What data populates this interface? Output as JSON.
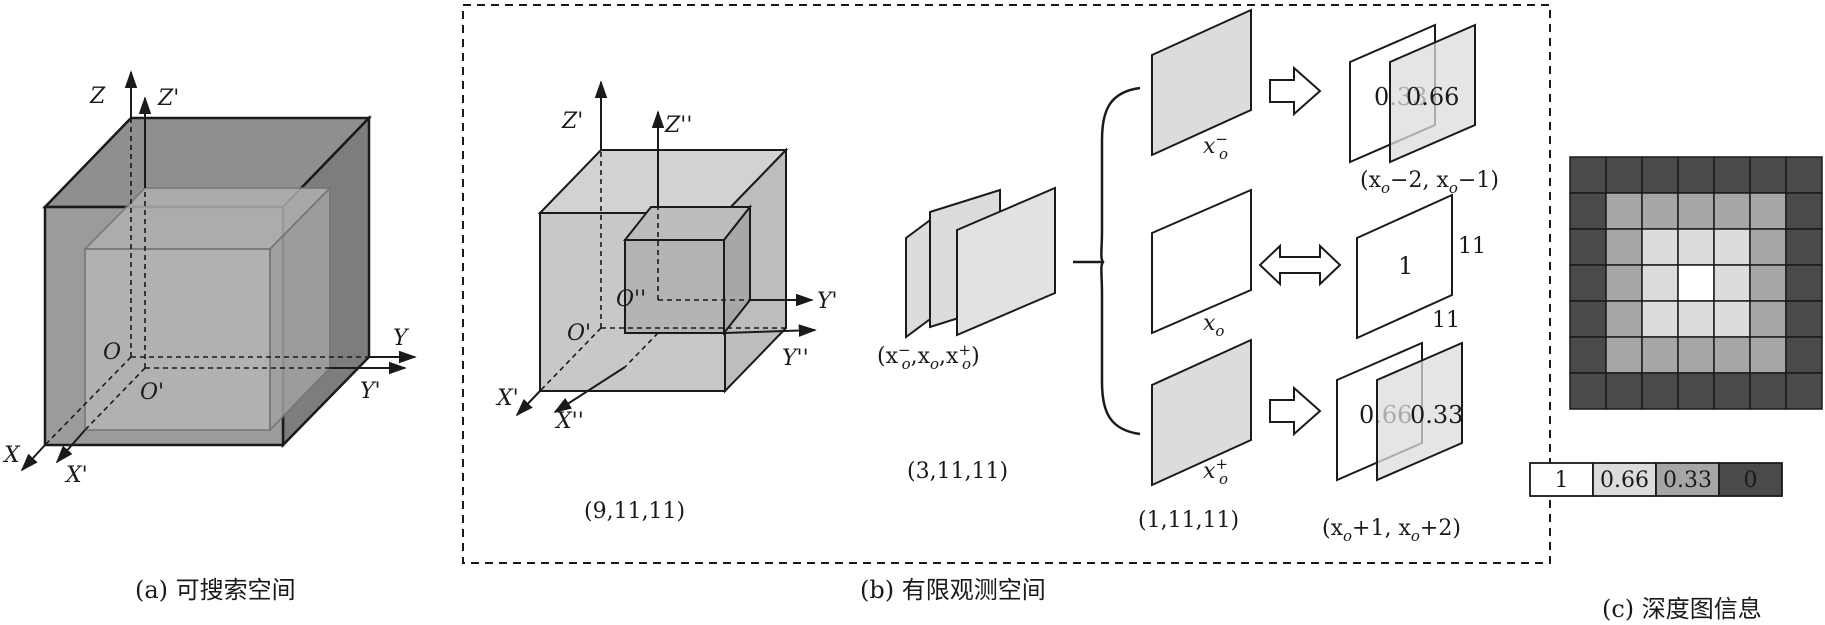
{
  "panel_a": {
    "caption": "(a) 可搜索空间",
    "axes": {
      "z": "Z",
      "z_prime": "Z'",
      "y": "Y",
      "y_prime": "Y'",
      "x": "X",
      "x_prime": "X'",
      "o": "O",
      "o_prime": "O'"
    }
  },
  "panel_b": {
    "caption": "(b) 有限观测空间",
    "axes": {
      "z_prime": "Z'",
      "z_dprime": "Z''",
      "y_prime": "Y'",
      "y_dprime": "Y''",
      "x_prime": "X'",
      "x_dprime": "X''",
      "o_prime": "O'",
      "o_dprime": "O''"
    },
    "shape_cube": "(9,11,11)",
    "shape_stack": "(3,11,11)",
    "stack_label_pre": "(x",
    "stack_label_minus": "−",
    "stack_label_o": "o",
    "stack_label_plus": "+",
    "shape_slice": "(1,11,11)",
    "slice_top": {
      "base": "x",
      "sup": "−",
      "sub": "o"
    },
    "slice_mid": {
      "base": "x",
      "sub": "o"
    },
    "slice_bottom": {
      "base": "x",
      "sup": "+",
      "sub": "o"
    },
    "top_values": {
      "back": "0.33",
      "front": "0.66"
    },
    "top_range": {
      "a": "(x",
      "b": "−2, x",
      "c": "−1)"
    },
    "mid_value": "1",
    "mid_dims": {
      "width": "11",
      "height": "11"
    },
    "bottom_values": {
      "back": "0.66",
      "front": "0.33"
    },
    "bottom_range": {
      "a": "(x",
      "b": "+1, x",
      "c": "+2)"
    }
  },
  "panel_c": {
    "caption": "(c) 深度图信息",
    "grid_levels": [
      [
        0,
        0,
        0,
        0,
        0,
        0,
        0
      ],
      [
        0,
        0.33,
        0.33,
        0.33,
        0.33,
        0.33,
        0
      ],
      [
        0,
        0.33,
        0.66,
        0.66,
        0.66,
        0.33,
        0
      ],
      [
        0,
        0.33,
        0.66,
        1,
        0.66,
        0.33,
        0
      ],
      [
        0,
        0.33,
        0.66,
        0.66,
        0.66,
        0.33,
        0
      ],
      [
        0,
        0.33,
        0.33,
        0.33,
        0.33,
        0.33,
        0
      ],
      [
        0,
        0,
        0,
        0,
        0,
        0,
        0
      ]
    ],
    "legend": [
      {
        "label": "1",
        "color": "#ffffff"
      },
      {
        "label": "0.66",
        "color": "#dcdcdc"
      },
      {
        "label": "0.33",
        "color": "#a6a6a6"
      },
      {
        "label": "0",
        "color": "#4a4a4a"
      }
    ]
  }
}
